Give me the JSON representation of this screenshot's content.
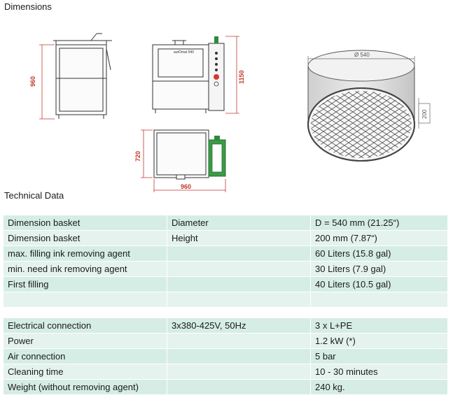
{
  "headings": {
    "dimensions": "Dimensions",
    "technical_data": "Technical Data"
  },
  "drawing_labels": {
    "front_height": "960",
    "side_height": "1150",
    "top_depth": "720",
    "top_width": "960",
    "basket_diameter": "Ø 540",
    "basket_height": "200",
    "machine_badge": "autOmat 540"
  },
  "table1": [
    [
      "Dimension basket",
      "Diameter",
      "D = 540 mm (21.25“)"
    ],
    [
      "Dimension basket",
      "Height",
      "200 mm  (7.87“)"
    ],
    [
      "max. filling ink removing agent",
      "",
      "60 Liters    (15.8 gal)"
    ],
    [
      "min. need ink removing agent",
      "",
      "30 Liters    (7.9 gal)"
    ],
    [
      "First filling",
      "",
      "40 Liters    (10.5 gal)"
    ],
    [
      "",
      "",
      ""
    ]
  ],
  "table2": [
    [
      "Electrical connection",
      "3x380-425V, 50Hz",
      "3 x L+PE"
    ],
    [
      "Power",
      "",
      "1.2 kW (*)"
    ],
    [
      "Air connection",
      "",
      "5 bar"
    ],
    [
      "Cleaning time",
      "",
      "10 - 30 minutes"
    ],
    [
      "Weight  (without removing agent)",
      "",
      "240 kg."
    ]
  ],
  "colors": {
    "row_dark": "#d6ede5",
    "row_light": "#e5f3ee",
    "dimension_red": "#c0392b",
    "panel_green": "#2e8b3a"
  }
}
